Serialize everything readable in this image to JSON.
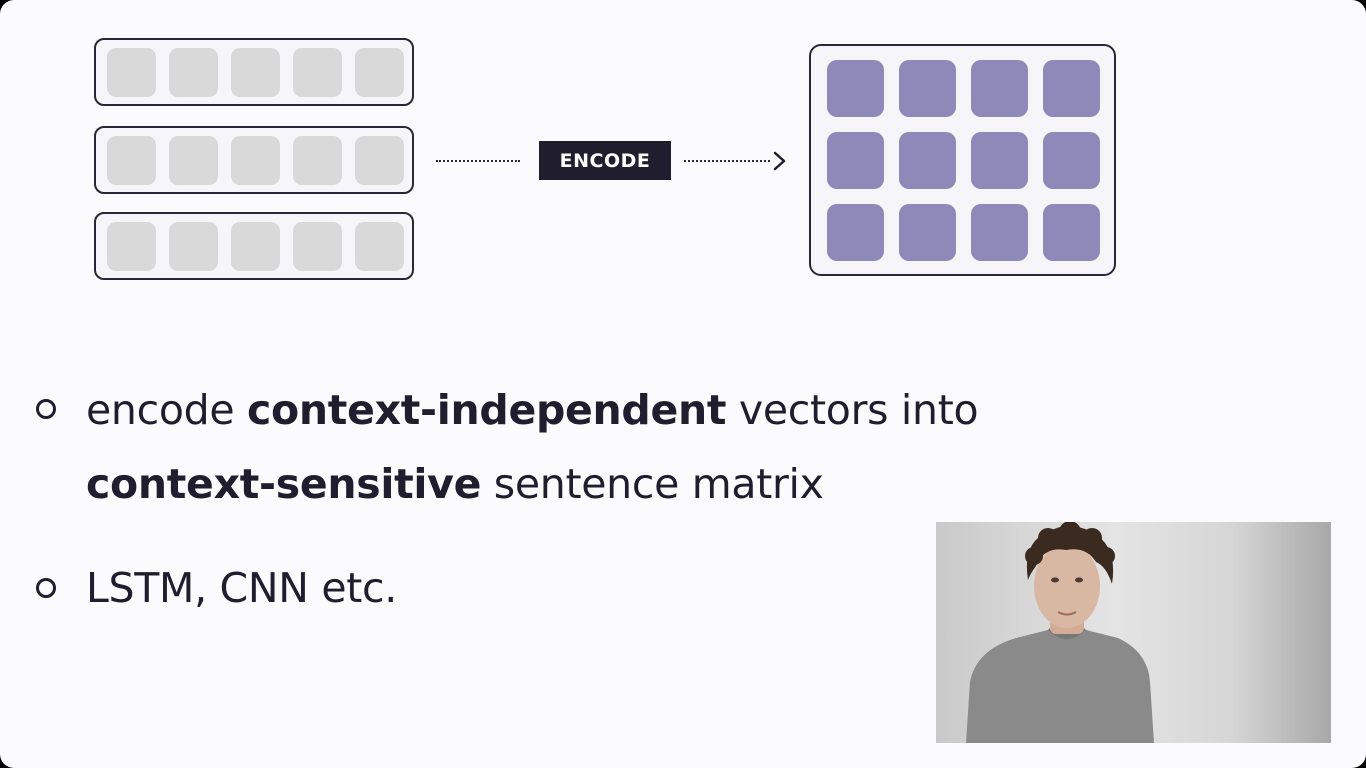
{
  "diagram": {
    "input_rows": 3,
    "input_cells_per_row": 5,
    "encode_label": "ENCODE",
    "output_rows": 3,
    "output_cols": 4,
    "colors": {
      "input_cell": "#d9d9d9",
      "output_cell": "#8e89b8",
      "label_bg": "#1f1d2e",
      "outline": "#2a2838"
    }
  },
  "bullets": [
    {
      "line1": {
        "pre": "encode ",
        "bold": "context-independent",
        "post": " vectors into"
      },
      "line2": {
        "bold": "context-sensitive",
        "post": " sentence matrix"
      }
    },
    {
      "text": "LSTM, CNN etc."
    }
  ],
  "webcam": {
    "icon": "presenter-video",
    "colors": {
      "shirt": "#8a8a8a",
      "hair": "#3a2a20",
      "skin": "#d9b8a3"
    }
  }
}
